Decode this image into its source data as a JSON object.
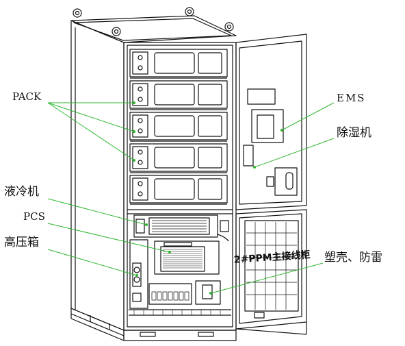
{
  "labels": {
    "pack": "PACK",
    "liquid_cooler": "液冷机",
    "pcs": "PCS",
    "hv_box": "高压箱",
    "ems": "EMS",
    "dehumidifier": "除湿机",
    "mccb_surge": "塑壳、防雷"
  },
  "door_sign": "2#PPM主接线柜",
  "pack_count": 5,
  "colors": {
    "line": "#111111",
    "leader": "#2fb72f",
    "background": "#ffffff"
  }
}
